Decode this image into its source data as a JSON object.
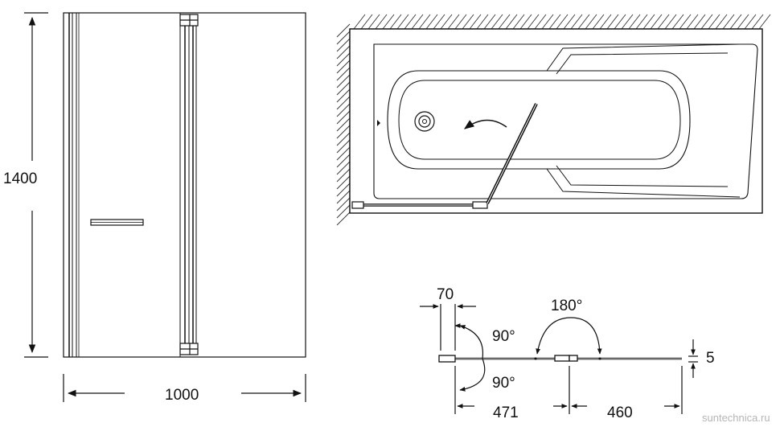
{
  "colors": {
    "line": "#111111",
    "glass": "#ffffff",
    "background": "#ffffff",
    "watermark": "#b5b5b5",
    "hatch": "#333333"
  },
  "front_view": {
    "height_label": "1400",
    "width_label": "1000"
  },
  "top_view": {
    "icons": [
      "drain-icon",
      "rotation-arrow-icon"
    ]
  },
  "hinge_detail": {
    "offset_label": "70",
    "angle_up_label": "90°",
    "angle_down_label": "90°",
    "swing_label": "180°",
    "thickness_label": "5",
    "segment_1_label": "471",
    "segment_2_label": "460"
  },
  "watermark": "suntechnica.ru"
}
